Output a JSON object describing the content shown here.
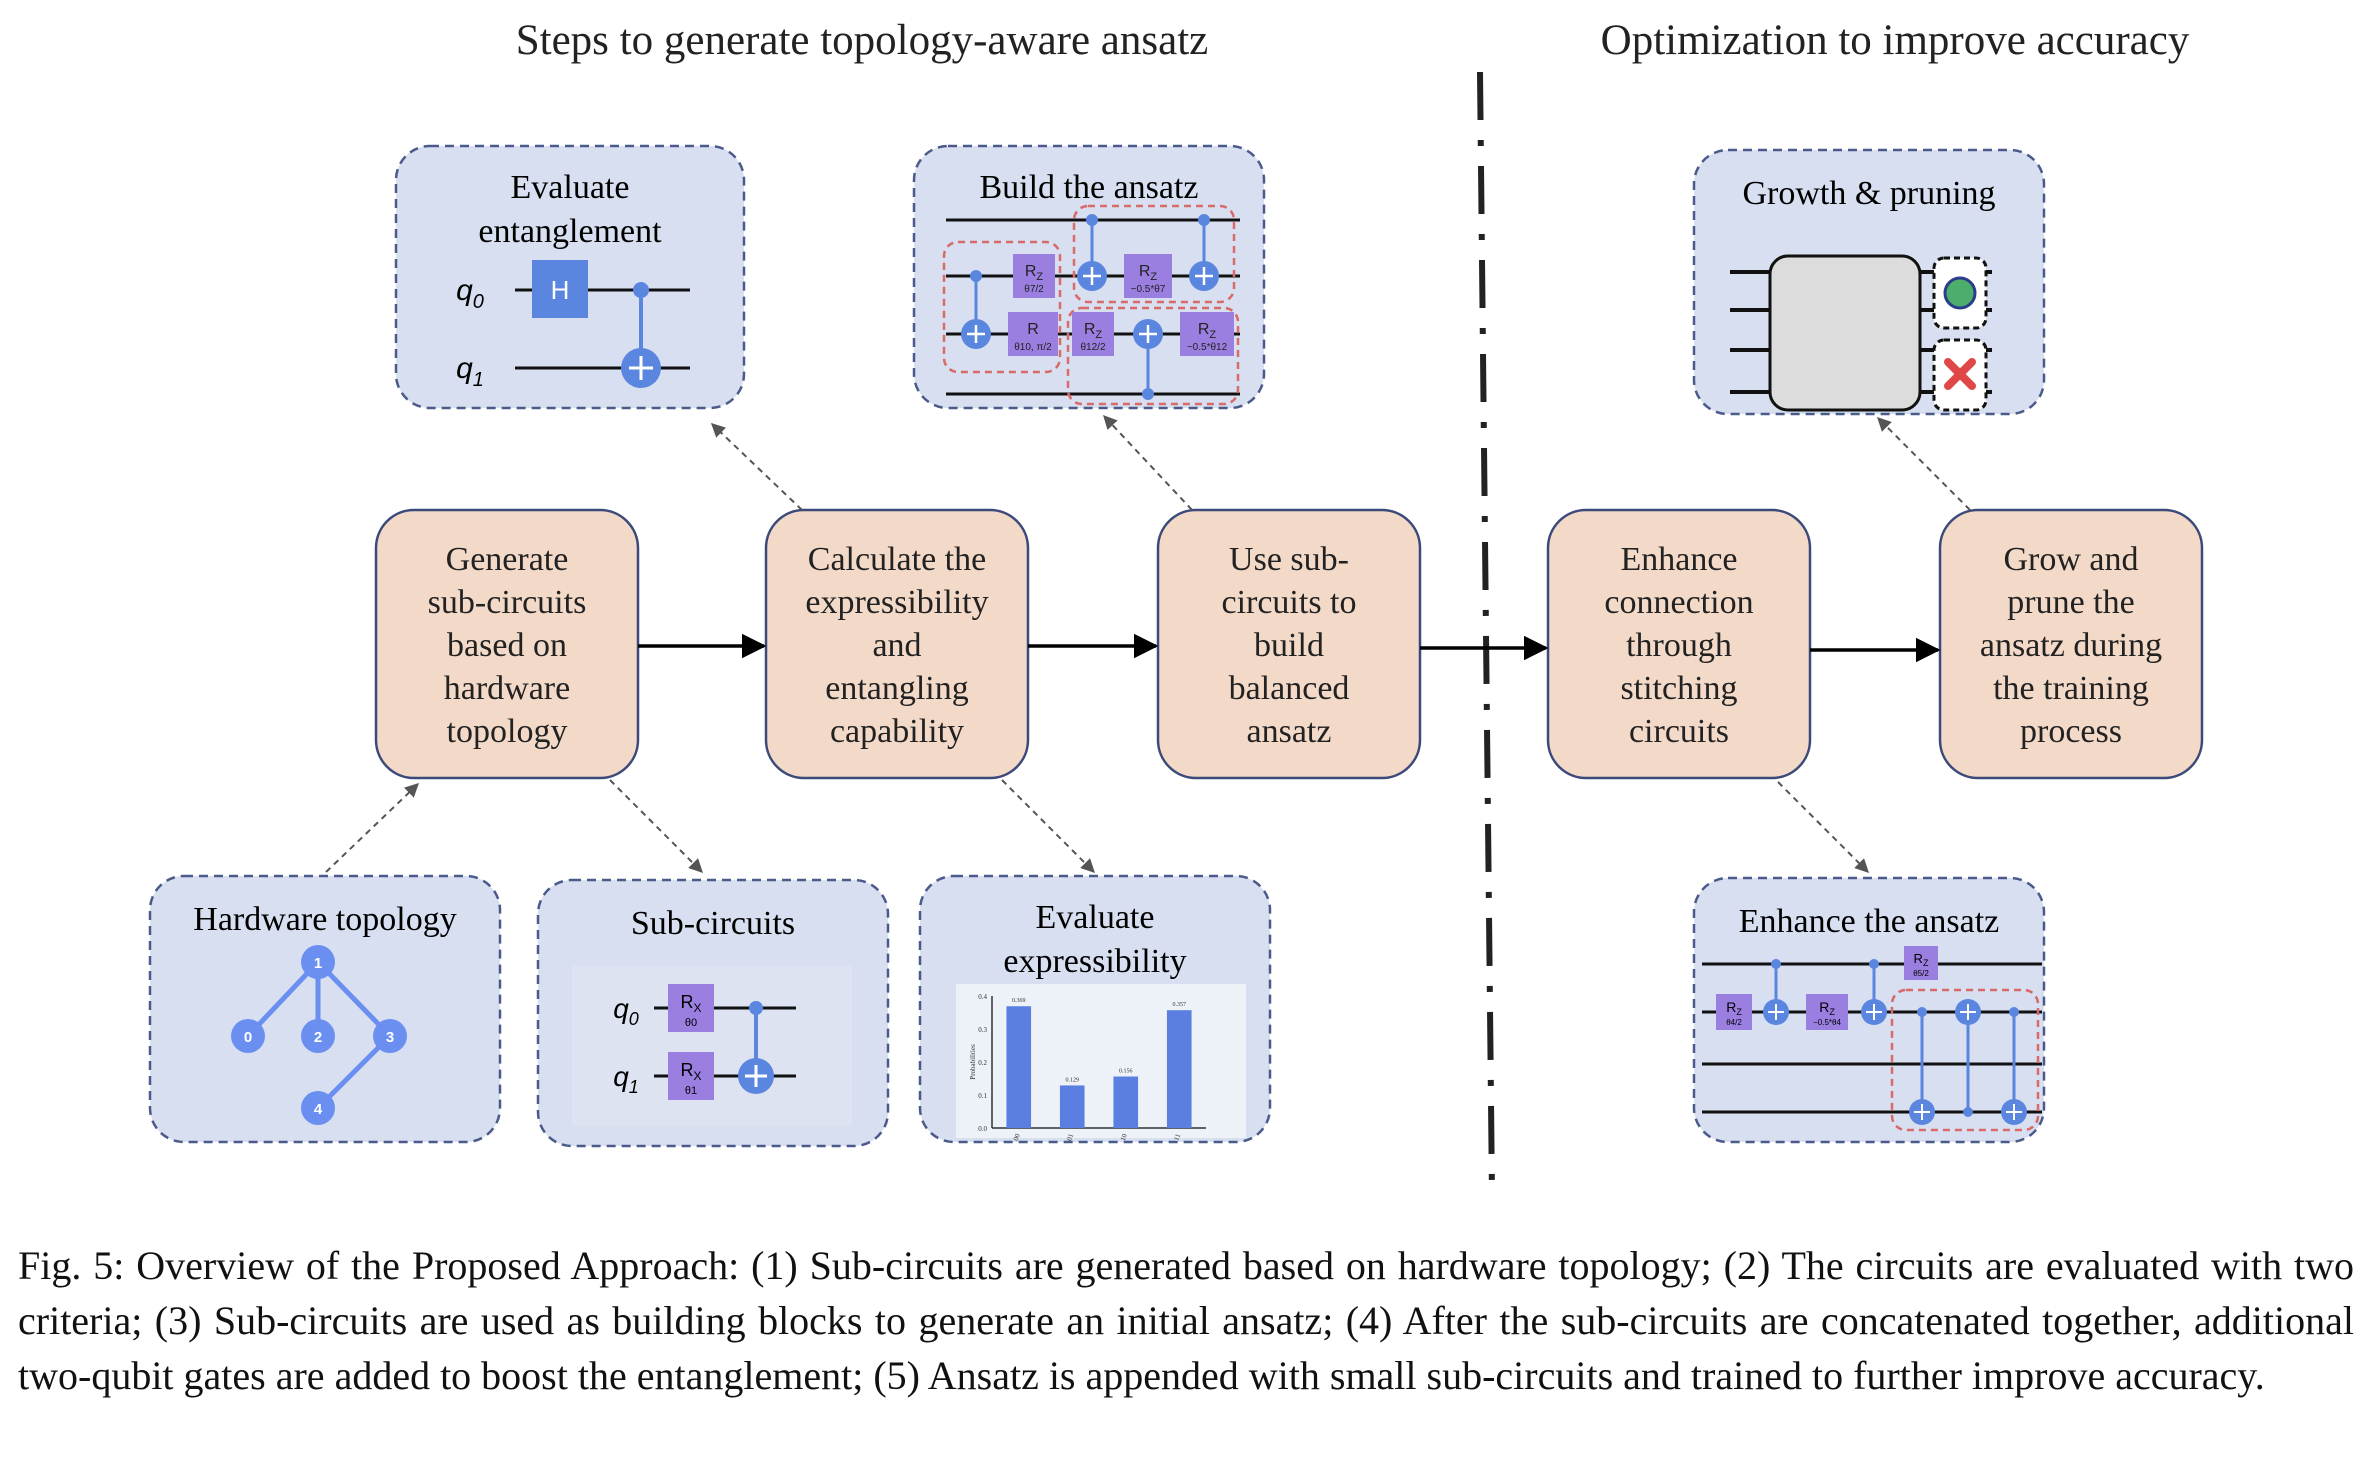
{
  "headings": {
    "left": "Steps to generate topology-aware ansatz",
    "right": "Optimization to improve accuracy"
  },
  "steps": [
    {
      "lines": [
        "Generate",
        "sub-circuits",
        "based on",
        "hardware",
        "topology"
      ]
    },
    {
      "lines": [
        "Calculate the",
        "expressibility",
        "and",
        "entangling",
        "capability"
      ]
    },
    {
      "lines": [
        "Use sub-",
        "circuits to",
        "build",
        "balanced",
        "ansatz"
      ]
    },
    {
      "lines": [
        "Enhance",
        "connection",
        "through",
        "stitching",
        "circuits"
      ]
    },
    {
      "lines": [
        "Grow and",
        "prune the",
        "ansatz during",
        "the training",
        "process"
      ]
    }
  ],
  "panels": {
    "evaluate_entanglement": {
      "title_lines": [
        "Evaluate",
        "entanglement"
      ],
      "q0": "q",
      "q1": "q",
      "q0_sub": "0",
      "q1_sub": "1",
      "gate": "H"
    },
    "build_ansatz": {
      "title": "Build the ansatz",
      "gates": [
        "R",
        "θ7/2",
        "R",
        "θ10, π/2",
        "R",
        "−0.5*θ7",
        "R",
        "θ12/2",
        "R",
        "−0.5*θ12"
      ],
      "z": "Z"
    },
    "growth_pruning": {
      "title": "Growth & pruning"
    },
    "hardware_topology": {
      "title": "Hardware topology",
      "nodes": [
        "1",
        "0",
        "2",
        "3",
        "4"
      ]
    },
    "sub_circuits": {
      "title": "Sub-circuits",
      "q0": "q",
      "q1": "q",
      "q0_sub": "0",
      "q1_sub": "1",
      "gate": "R",
      "gate_sub": "X",
      "params": [
        "θ0",
        "θ1"
      ]
    },
    "evaluate_expressibility": {
      "title_lines": [
        "Evaluate",
        "expressibility"
      ]
    },
    "enhance_ansatz": {
      "title": "Enhance the ansatz",
      "gates": [
        "R",
        "θ4/2",
        "R",
        "−0.5*θ4",
        "R",
        "θ5/2"
      ],
      "z": "Z"
    }
  },
  "chart_data": {
    "type": "bar",
    "categories": [
      "00",
      "01",
      "10",
      "11"
    ],
    "values": [
      0.369,
      0.129,
      0.156,
      0.357
    ],
    "value_labels": [
      "0.369",
      "0.129",
      "0.156",
      "0.357"
    ],
    "ylabel": "Probabilities",
    "yticks": [
      "0.0",
      "0.1",
      "0.2",
      "0.3",
      "0.4"
    ],
    "ylim": [
      0,
      0.4
    ],
    "color": "#5b7fe0"
  },
  "caption": "Fig. 5: Overview of the Proposed Approach: (1) Sub-circuits are generated based on hardware topology; (2) The circuits are evaluated with two criteria; (3) Sub-circuits are used as building blocks to generate an initial ansatz; (4) After the sub-circuits are concatenated together, additional two-qubit gates are added to boost the entanglement; (5) Ansatz is appended with small sub-circuits and trained to further improve accuracy.",
  "colors": {
    "step_fill": "#f3d9c8",
    "step_stroke": "#3b4a7a",
    "panel_fill": "#d7dff0",
    "panel_stroke": "#4a5a8a",
    "gate_blue": "#5b86e0",
    "gate_purple": "#9a7fe0",
    "dashed_red": "#d96a6a"
  }
}
